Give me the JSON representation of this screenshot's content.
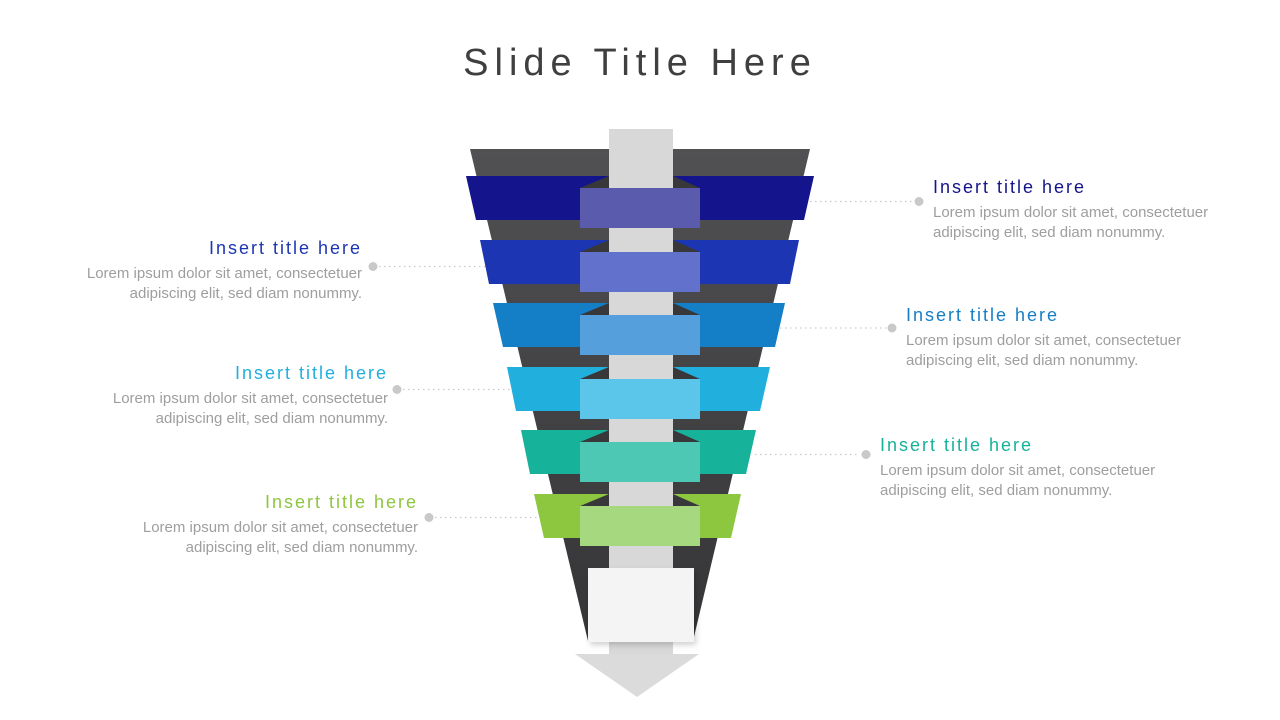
{
  "slide_title": "Slide Title Here",
  "colors": {
    "title_text": "#3F3F3F",
    "body_text": "#9E9E9E",
    "funnel_back_top": "#515153",
    "funnel_back_bottom": "#353537",
    "fold_shadow": "#38383A",
    "shaft": "#D8D8D8",
    "arrowhead": "#DBDBDB",
    "end_box": "#F4F4F4",
    "leader": "#C9C9C9"
  },
  "funnel_levels": [
    {
      "name": "level-1",
      "band_color": "#14148C",
      "plate_color": "#5B5BAD"
    },
    {
      "name": "level-2",
      "band_color": "#1C35B2",
      "plate_color": "#6272CC"
    },
    {
      "name": "level-3",
      "band_color": "#147EC6",
      "plate_color": "#55A0DC"
    },
    {
      "name": "level-4",
      "band_color": "#21AFDE",
      "plate_color": "#5CC6EA"
    },
    {
      "name": "level-5",
      "band_color": "#16B29A",
      "plate_color": "#4DC8B4"
    },
    {
      "name": "level-6",
      "band_color": "#8DC63F",
      "plate_color": "#A6D87F"
    }
  ],
  "callouts": {
    "left": [
      {
        "title": "Insert title here",
        "title_color": "#1C35B2",
        "body_line1": "Lorem ipsum dolor sit amet, consectetuer",
        "body_line2": "adipiscing elit, sed diam nonummy."
      },
      {
        "title": "Insert title here",
        "title_color": "#21AFDE",
        "body_line1": "Lorem ipsum dolor sit amet, consectetuer",
        "body_line2": "adipiscing elit, sed diam nonummy."
      },
      {
        "title": "Insert title here",
        "title_color": "#8DC63F",
        "body_line1": "Lorem ipsum dolor sit amet, consectetuer",
        "body_line2": "adipiscing elit, sed diam nonummy."
      }
    ],
    "right": [
      {
        "title": "Insert title here",
        "title_color": "#14148C",
        "body_line1": "Lorem ipsum dolor sit amet, consectetuer",
        "body_line2": "adipiscing elit, sed diam nonummy."
      },
      {
        "title": "Insert title here",
        "title_color": "#147EC6",
        "body_line1": "Lorem ipsum dolor sit amet, consectetuer",
        "body_line2": "adipiscing elit, sed diam nonummy."
      },
      {
        "title": "Insert title here",
        "title_color": "#16B29A",
        "body_line1": "Lorem ipsum dolor sit amet, consectetuer",
        "body_line2": "adipiscing elit, sed diam nonummy."
      }
    ]
  }
}
